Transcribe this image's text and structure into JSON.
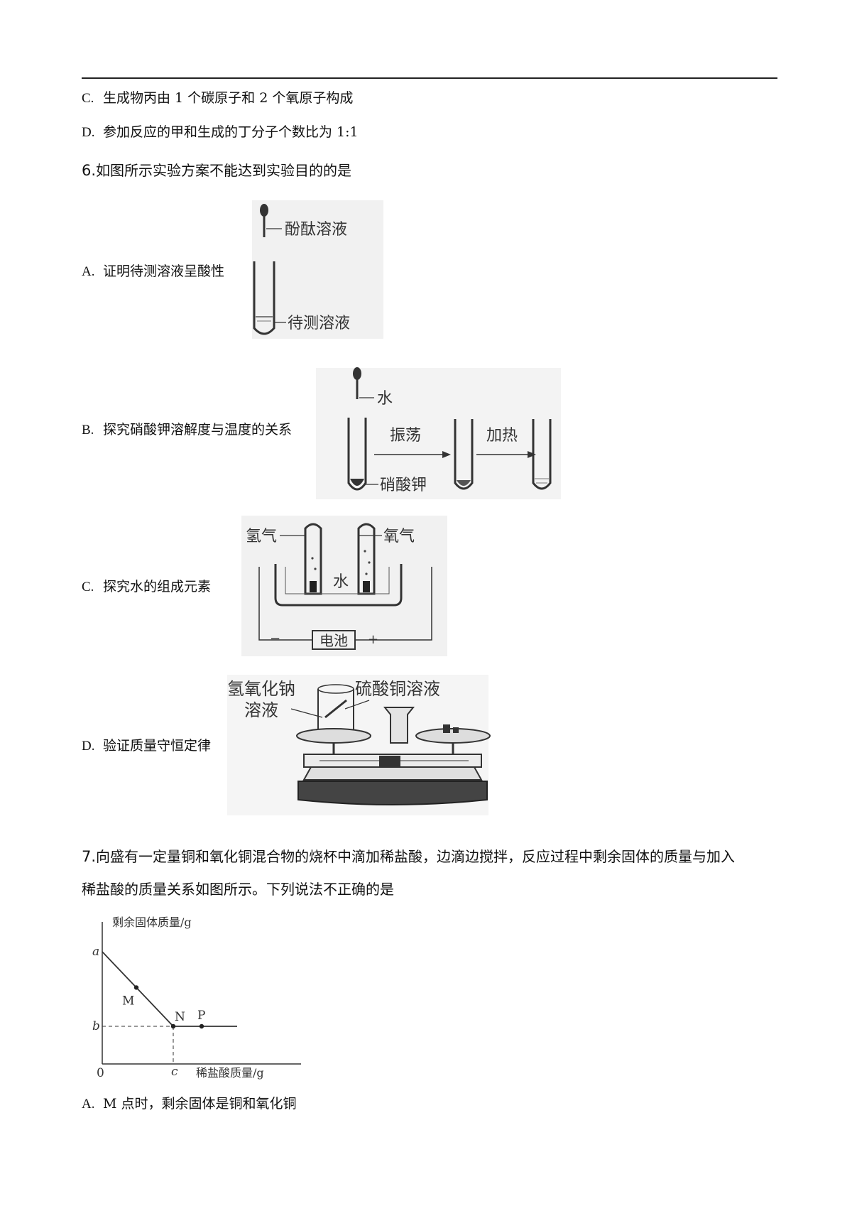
{
  "options_prev": [
    {
      "letter": "C.",
      "text": "生成物丙由 1 个碳原子和 2 个氧原子构成"
    },
    {
      "letter": "D.",
      "text": "参加反应的甲和生成的丁分子个数比为 1:1"
    }
  ],
  "q6": {
    "number": "6.",
    "text": "如图所示实验方案不能达到实验目的的是",
    "options": [
      {
        "letter": "A.",
        "text": "证明待测溶液呈酸性",
        "labels": {
          "dropper": "酚酞溶液",
          "tube": "待测溶液"
        }
      },
      {
        "letter": "B.",
        "text": "探究硝酸钾溶解度与温度的关系",
        "labels": {
          "water": "水",
          "shake": "振荡",
          "heat": "加热",
          "solid": "硝酸钾"
        }
      },
      {
        "letter": "C.",
        "text": "探究水的组成元素",
        "labels": {
          "h2": "氢气",
          "o2": "氧气",
          "water": "水",
          "battery": "电池",
          "minus": "−",
          "plus": "+"
        }
      },
      {
        "letter": "D.",
        "text": "验证质量守恒定律",
        "labels": {
          "naoh_1": "氢氧化钠",
          "naoh_2": "溶液",
          "cuso4": "硫酸铜溶液"
        }
      }
    ]
  },
  "q7": {
    "number": "7.",
    "line1": "向盛有一定量铜和氧化铜混合物的烧杯中滴加稀盐酸，边滴边搅拌，反应过程中剩余固体的质量与加入",
    "line2": "稀盐酸的质量关系如图所示。下列说法不正确的是",
    "options": [
      {
        "letter": "A.",
        "text": "M 点时，剩余固体是铜和氧化铜"
      }
    ]
  },
  "chart_data": {
    "type": "line",
    "ylabel": "剩余固体质量/g",
    "xlabel": "稀盐酸质量/g",
    "origin": "0",
    "y_ticks": [
      "a",
      "b"
    ],
    "x_ticks": [
      "c"
    ],
    "points": [
      {
        "label": "",
        "x": 0,
        "y": "a"
      },
      {
        "label": "M",
        "x": 0.38,
        "y": "between a and b"
      },
      {
        "label": "N",
        "x": "c",
        "y": "b"
      },
      {
        "label": "P",
        "x": "greater than c",
        "y": "b"
      }
    ],
    "grid": false,
    "legend": "none",
    "guide_lines": "dashed from b to N and from N down to c"
  }
}
